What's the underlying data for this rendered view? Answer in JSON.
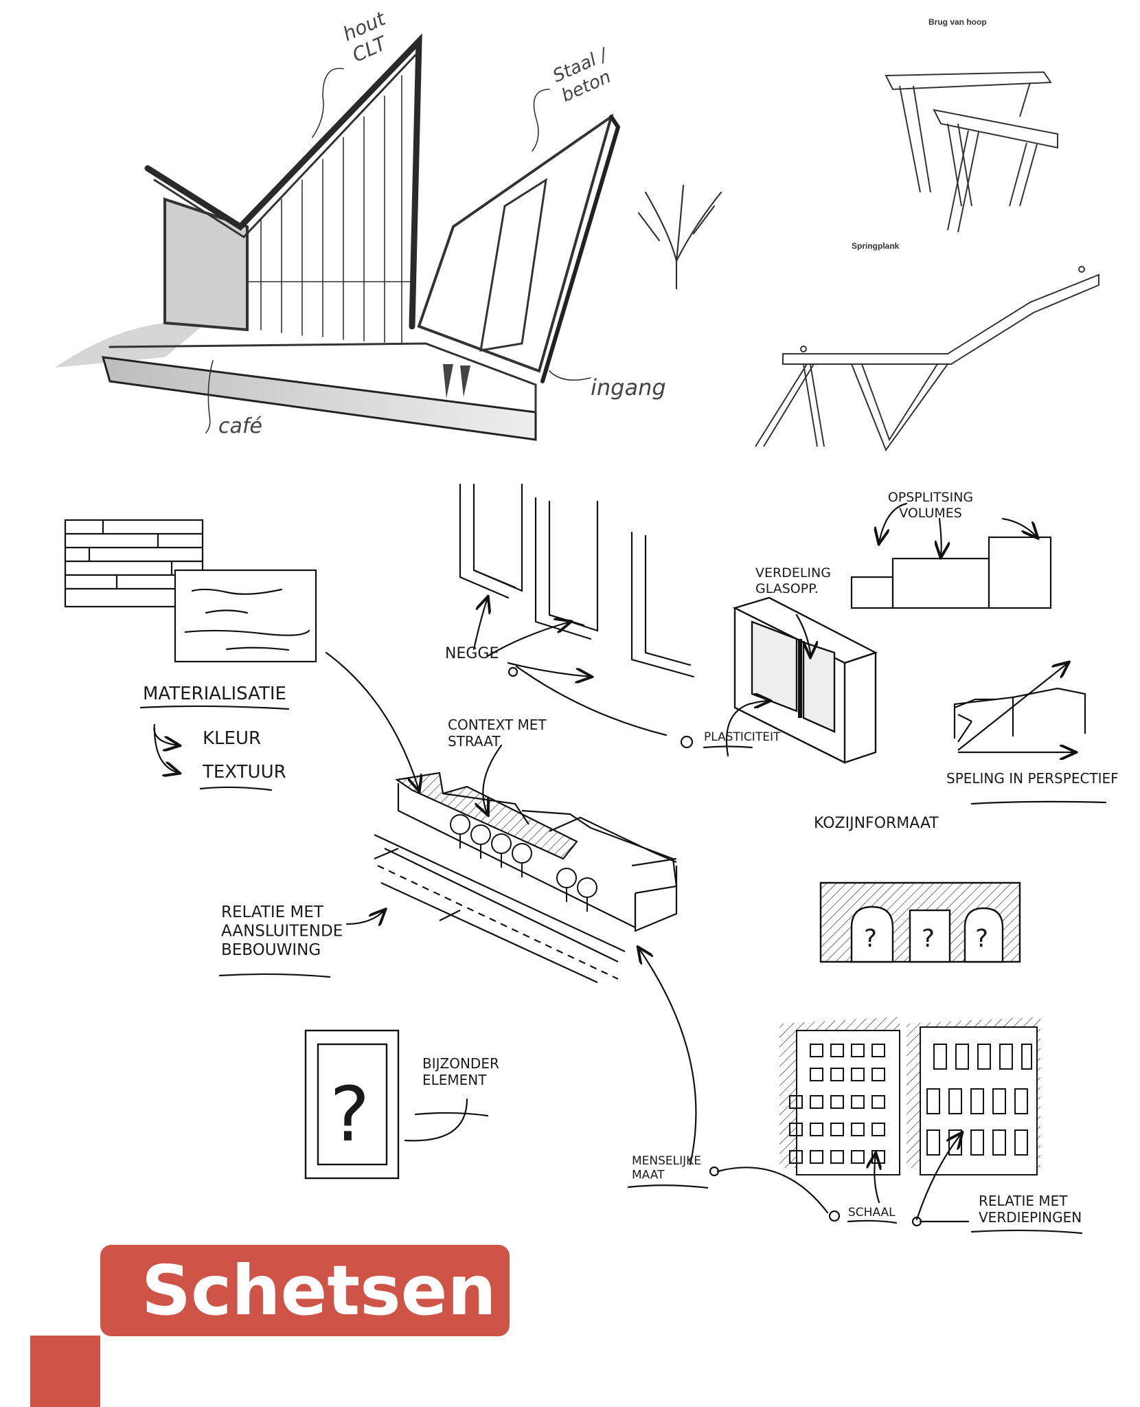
{
  "title": "Schetsen",
  "colors": {
    "accent": "#cf5448",
    "ink": "#1a1a1a",
    "pencil": "#555555"
  },
  "pavilion_sketch": {
    "labels": {
      "wood": "hout\nCLT",
      "steel": "Staal /\nbeton",
      "cafe": "café",
      "entrance": "ingang"
    }
  },
  "bridge_render": {
    "caption_top": "Brug van hoop",
    "caption_bottom": "Springplank"
  },
  "annotations": {
    "negge": "NEGGE",
    "opsplitsing": "OPSPLITSING\nVOLUMES",
    "verdeling": "VERDELING\nGLASOPP.",
    "plasticiteit": "PLASTICITEIT",
    "materialisatie": "MATERIALISATIE",
    "kleur": "KLEUR",
    "textuur": "TEXTUUR",
    "context": "CONTEXT MET\nSTRAAT",
    "speling": "SPELING IN PERSPECTIEF",
    "kozijnformaat": "KOZIJNFORMAAT",
    "relatie_bebouwing": "RELATIE MET\nAANSLUITENDE\nBEBOUWING",
    "bijzonder": "BIJZONDER\nELEMENT",
    "menselijke": "MENSELIJKE\nMAAT",
    "schaal": "SCHAAL",
    "relatie_verdiepingen": "RELATIE MET\nVERDIEPINGEN"
  }
}
